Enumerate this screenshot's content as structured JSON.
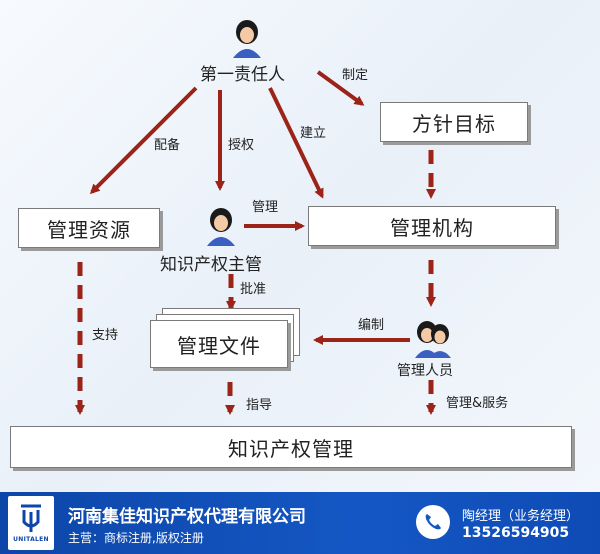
{
  "nodes": {
    "first_responsible": "第一责任人",
    "policy_goals": "方针目标",
    "manage_resources": "管理资源",
    "ip_supervisor": "知识产权主管",
    "management_org": "管理机构",
    "manage_documents": "管理文件",
    "management_staff": "管理人员",
    "ip_management": "知识产权管理"
  },
  "edge_labels": {
    "formulate": "制定",
    "allocate": "配备",
    "authorize": "授权",
    "establish": "建立",
    "manage": "管理",
    "approve": "批准",
    "support": "支持",
    "compile": "编制",
    "guide": "指导",
    "manage_service": "管理&服务"
  },
  "footer": {
    "logo_text": "UNITALEN",
    "company": "河南集佳知识产权代理有限公司",
    "business": "主营：商标注册,版权注册",
    "contact_name": "陶经理（业务经理）",
    "contact_phone": "13526594905"
  },
  "colors": {
    "arrow": "#9c2318",
    "footer_bg": "#1457c4"
  }
}
